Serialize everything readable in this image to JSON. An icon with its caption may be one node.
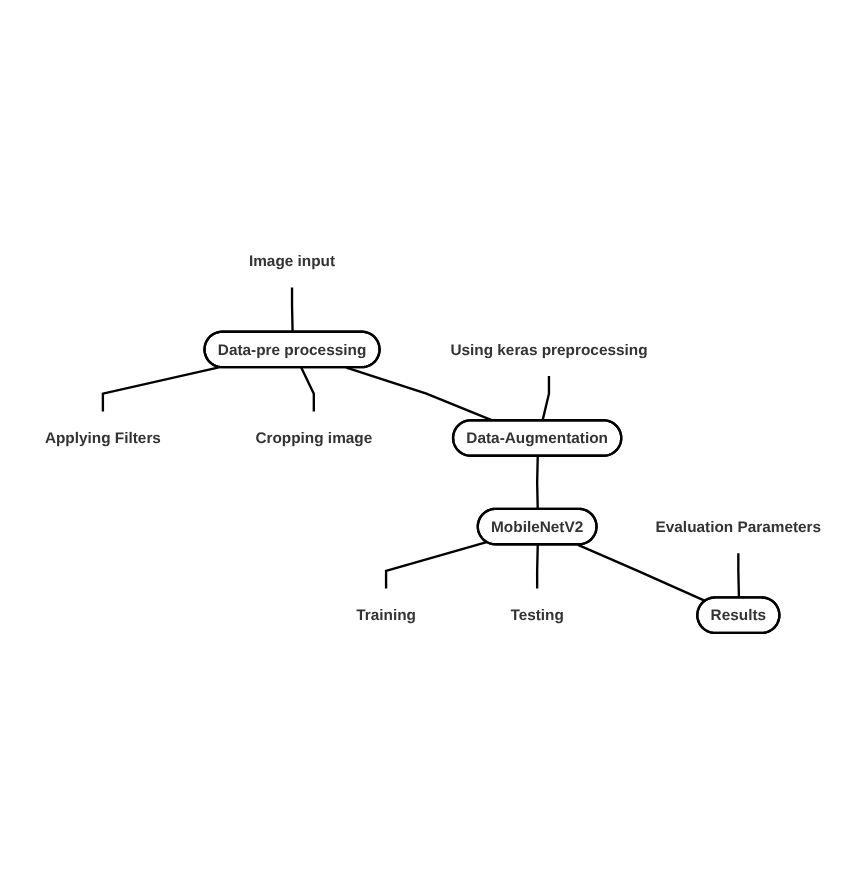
{
  "diagram": {
    "nodes": [
      {
        "text": [
          "Image input"
        ]
      },
      {
        "text": [
          "Data-pre processing"
        ]
      },
      {
        "text": [
          "Applying Filters"
        ]
      },
      {
        "text": [
          "Cropping image"
        ]
      },
      {
        "text": [
          "Using keras preprocessing"
        ]
      },
      {
        "text": [
          "Data-Augmentation"
        ]
      },
      {
        "text": [
          "MobileNetV2"
        ]
      },
      {
        "text": [
          "Training"
        ]
      },
      {
        "text": [
          "Testing"
        ]
      },
      {
        "text": [
          "Evaluation Parameters"
        ]
      },
      {
        "text": [
          "Results"
        ]
      }
    ],
    "edges": [
      {
        "from": 0,
        "to": 1,
        "arrow": "none"
      },
      {
        "from": 1,
        "to": 2,
        "arrow": "none"
      },
      {
        "from": 1,
        "to": 3,
        "arrow": "none"
      },
      {
        "from": 1,
        "to": 5,
        "arrow": "none"
      },
      {
        "from": 4,
        "to": 5,
        "arrow": "none"
      },
      {
        "from": 5,
        "to": 6,
        "arrow": "none"
      },
      {
        "from": 6,
        "to": 7,
        "arrow": "none"
      },
      {
        "from": 6,
        "to": 8,
        "arrow": "none"
      },
      {
        "from": 6,
        "to": 10,
        "arrow": "none"
      },
      {
        "from": 9,
        "to": 10,
        "arrow": "none"
      }
    ]
  }
}
